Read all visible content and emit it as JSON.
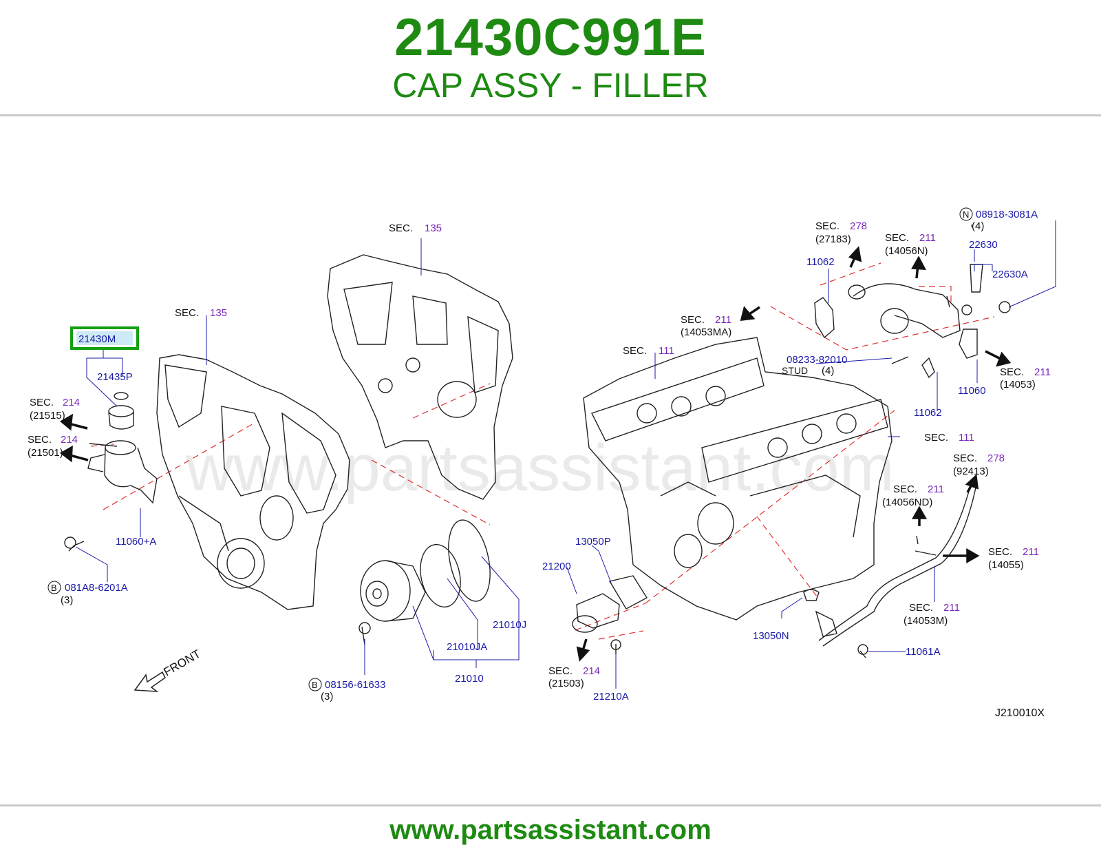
{
  "header": {
    "part_number": "21430C991E",
    "part_name": "CAP ASSY - FILLER",
    "brand_color": "#1e8a12"
  },
  "footer": {
    "website": "www.partsassistant.com"
  },
  "diagram": {
    "watermark": "www.partsassistant.com",
    "code": "J210010X",
    "front_label": "FRONT",
    "highlighted_part": "21430M",
    "part_labels": {
      "p21435P": "21435P",
      "p11060A": "11060+A",
      "p081A8": "081A8-6201A",
      "p081A8_qty": "(3)",
      "p08156": "08156-61633",
      "p08156_qty": "(3)",
      "p21010JA": "21010JA",
      "p21010J": "21010J",
      "p21010": "21010",
      "p13050P": "13050P",
      "p21200": "21200",
      "p21210A": "21210A",
      "p13050N": "13050N",
      "p11061A": "11061A",
      "p11062a": "11062",
      "p11062b": "11062",
      "p08233": "08233-82010",
      "stud": "STUD",
      "p08233_qty": "(4)",
      "p11060": "11060",
      "p08918": "08918-3081A",
      "p08918_qty": "(4)",
      "p22630": "22630",
      "p22630A": "22630A",
      "badge_b": "B",
      "badge_n": "N"
    },
    "sections": [
      {
        "sec": "SEC.",
        "num": "214",
        "ref": "(21515)"
      },
      {
        "sec": "SEC.",
        "num": "214",
        "ref": "(21501)"
      },
      {
        "sec": "SEC.",
        "num": "135",
        "ref": ""
      },
      {
        "sec": "SEC.",
        "num": "135",
        "ref": ""
      },
      {
        "sec": "SEC.",
        "num": "111",
        "ref": ""
      },
      {
        "sec": "SEC.",
        "num": "111",
        "ref": ""
      },
      {
        "sec": "SEC.",
        "num": "211",
        "ref": "(14053MA)"
      },
      {
        "sec": "SEC.",
        "num": "278",
        "ref": "(27183)"
      },
      {
        "sec": "SEC.",
        "num": "211",
        "ref": "(14056N)"
      },
      {
        "sec": "SEC.",
        "num": "211",
        "ref": "(14053)"
      },
      {
        "sec": "SEC.",
        "num": "278",
        "ref": "(92413)"
      },
      {
        "sec": "SEC.",
        "num": "211",
        "ref": "(14056ND)"
      },
      {
        "sec": "SEC.",
        "num": "211",
        "ref": "(14055)"
      },
      {
        "sec": "SEC.",
        "num": "211",
        "ref": "(14053M)"
      },
      {
        "sec": "SEC.",
        "num": "214",
        "ref": "(21503)"
      }
    ]
  }
}
